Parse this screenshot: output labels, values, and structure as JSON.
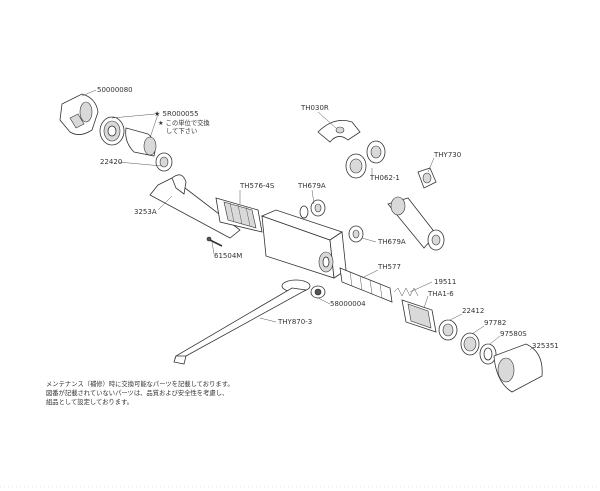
{
  "labels": {
    "p50000080": "50000080",
    "p5R000055": "★ 5R000055",
    "p22420": "22420",
    "p3253A": "3253A",
    "p61504M": "61504M",
    "pTH030R": "TH030R",
    "pTHY730": "THY730",
    "pTH576_4S": "TH576-4S",
    "pTH679A_1": "TH679A",
    "pTH062_1": "TH062-1",
    "pTH679A_2": "TH679A",
    "pTH577": "TH577",
    "p19511": "19511",
    "pTHA1_6": "THA1-6",
    "p22412": "22412",
    "p97782": "97782",
    "p97580S": "97580S",
    "p325351": "325351",
    "p58000004": "58000004",
    "pTHY870_3": "THY870-3"
  },
  "star_note": {
    "line1": "★ この単位で交換",
    "line2": "して下さい"
  },
  "footer_note": {
    "line1": "メンテナンス（補修）時に交換可能なパーツを記載しております。",
    "line2": "図番が記載されていないパーツは、品質および安全性を考慮し、",
    "line3": "組品として設定しております。"
  }
}
